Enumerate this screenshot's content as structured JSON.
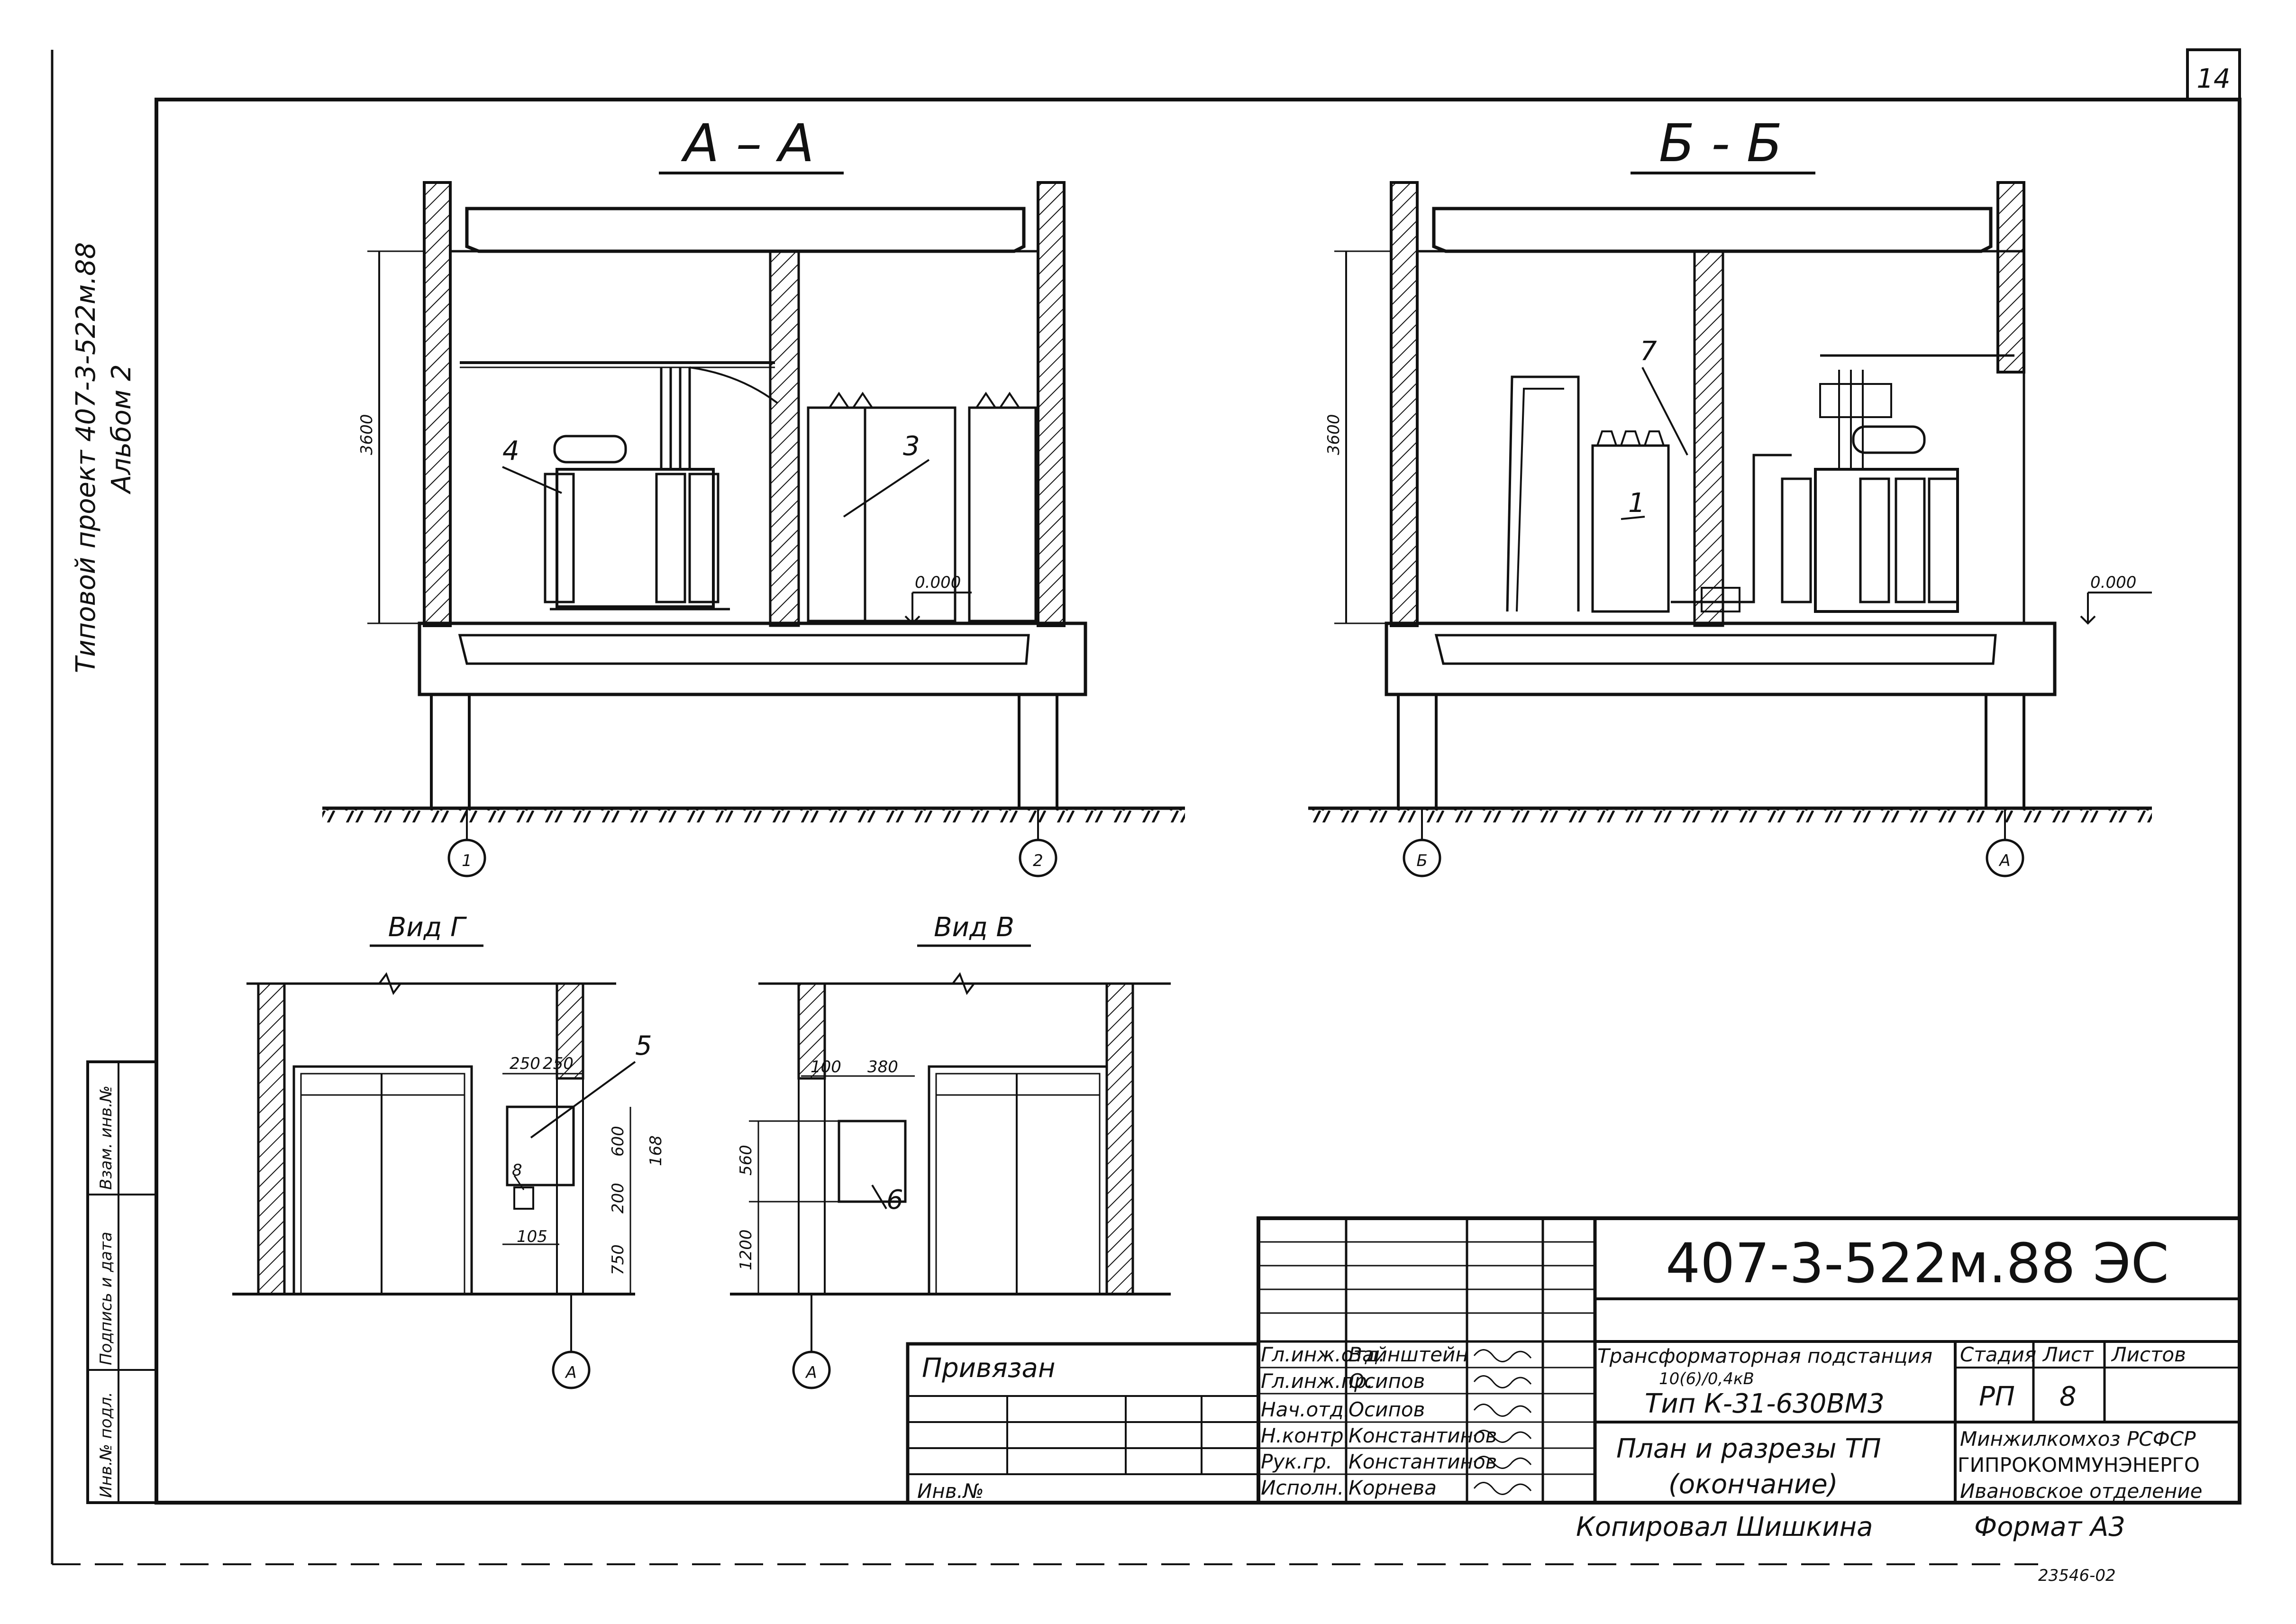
{
  "sheet_number": "14",
  "side_title": {
    "line1": "Типовой проект 407-3-522м.88",
    "line2": "Альбом 2"
  },
  "side_columns": {
    "inv_no": "Инв.№ подл.",
    "signature_date": "Подпись и дата",
    "replaces_inv": "Взам. инв.№"
  },
  "views": {
    "section_a": {
      "title": "А – А",
      "height_dim": "3600",
      "level_mark": "0.000",
      "callouts": [
        "4",
        "3"
      ],
      "axes": [
        "1",
        "2"
      ]
    },
    "section_b": {
      "title": "Б - Б",
      "height_dim": "3600",
      "level_mark": "0.000",
      "callouts": [
        "7",
        "1"
      ],
      "axes": [
        "Б",
        "А"
      ]
    },
    "view_g": {
      "title": "Вид Г",
      "dims": [
        "250",
        "250",
        "600",
        "168",
        "200",
        "750",
        "105"
      ],
      "callouts": [
        "5",
        "8"
      ],
      "axis": "А"
    },
    "view_v": {
      "title": "Вид В",
      "dims": [
        "100",
        "380",
        "560",
        "1200"
      ],
      "callouts": [
        "6"
      ],
      "axis": "А"
    }
  },
  "title_block": {
    "doc_code": "407-3-522м.88  ЭС",
    "bound_label": "Привязан",
    "inv_label": "Инв.№",
    "roles": [
      {
        "role": "Гл.инж.отд.",
        "name": "Вайнштейн"
      },
      {
        "role": "Гл.инж.пр.",
        "name": "Осипов"
      },
      {
        "role": "Нач.отд.",
        "name": "Осипов"
      },
      {
        "role": "Н.контр.",
        "name": "Константинов"
      },
      {
        "role": "Рук.гр.",
        "name": "Константинов"
      },
      {
        "role": "Исполн.",
        "name": "Корнева"
      }
    ],
    "object_line1": "Трансформаторная подстанция",
    "object_line2": "10(6)/0,4кВ",
    "object_line3": "Тип К-31-630ВМ3",
    "sheet_title_line1": "План и разрезы ТП",
    "sheet_title_line2": "(окончание)",
    "stage_header": "Стадия",
    "sheet_header": "Лист",
    "sheets_header": "Листов",
    "stage_value": "РП",
    "sheet_value": "8",
    "org_line1": "Минжилкомхоз РСФСР",
    "org_line2": "ГИПРОКОММУНЭНЕРГО",
    "org_line3": "Ивановское отделение"
  },
  "footer": {
    "copied": "Копировал Шишкина",
    "format": "Формат А3",
    "order_no": "23546-02"
  }
}
